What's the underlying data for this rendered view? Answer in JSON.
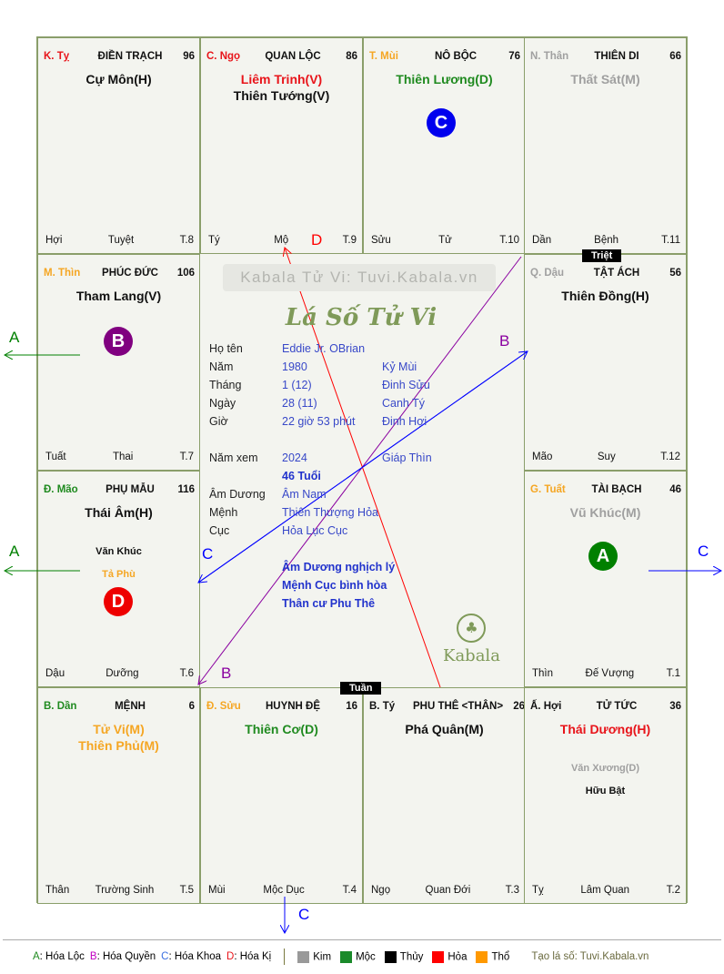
{
  "cells": [
    {
      "id": "ty",
      "can_chi": "K. Tỵ",
      "cc_color": "#e8141a",
      "palace": "ĐIỀN TRẠCH",
      "num": "96",
      "stars": [
        {
          "t": "Cự Môn(H)",
          "c": "#111"
        }
      ],
      "minor": [],
      "branch": "Hợi",
      "stage": "Tuyệt",
      "month": "T.8"
    },
    {
      "id": "ngo",
      "can_chi": "C. Ngọ",
      "cc_color": "#e8141a",
      "palace": "QUAN LỘC",
      "num": "86",
      "stars": [
        {
          "t": "Liêm Trinh(V)",
          "c": "#e8141a"
        },
        {
          "t": "Thiên Tướng(V)",
          "c": "#111"
        }
      ],
      "minor": [],
      "branch": "Tý",
      "stage": "Mộ",
      "month": "T.9"
    },
    {
      "id": "mui",
      "can_chi": "T. Mùi",
      "cc_color": "#f5a623",
      "palace": "NÔ BỘC",
      "num": "76",
      "stars": [
        {
          "t": "Thiên Lương(D)",
          "c": "#1f8a1f"
        }
      ],
      "minor": [],
      "branch": "Sửu",
      "stage": "Tử",
      "month": "T.10"
    },
    {
      "id": "than",
      "can_chi": "N. Thân",
      "cc_color": "#a0a0a0",
      "palace": "THIÊN DI",
      "num": "66",
      "stars": [
        {
          "t": "Thất Sát(M)",
          "c": "#a0a0a0"
        }
      ],
      "minor": [],
      "branch": "Dần",
      "stage": "Bệnh",
      "month": "T.11"
    },
    {
      "id": "thin",
      "can_chi": "M. Thìn",
      "cc_color": "#f5a623",
      "palace": "PHÚC ĐỨC",
      "num": "106",
      "stars": [
        {
          "t": "Tham Lang(V)",
          "c": "#111"
        }
      ],
      "minor": [],
      "branch": "Tuất",
      "stage": "Thai",
      "month": "T.7"
    },
    {
      "id": "dau",
      "can_chi": "Q. Dậu",
      "cc_color": "#a0a0a0",
      "palace": "TẬT ÁCH",
      "num": "56",
      "stars": [
        {
          "t": "Thiên Đồng(H)",
          "c": "#111"
        }
      ],
      "minor": [],
      "branch": "Mão",
      "stage": "Suy",
      "month": "T.12"
    },
    {
      "id": "mao",
      "can_chi": "Đ. Mão",
      "cc_color": "#1f8a1f",
      "palace": "PHỤ MẪU",
      "num": "116",
      "stars": [
        {
          "t": "Thái Âm(H)",
          "c": "#111"
        }
      ],
      "minor": [
        {
          "t": "Văn Khúc",
          "c": "#111"
        },
        {
          "t": "Tả Phù",
          "c": "#f5a623"
        }
      ],
      "branch": "Dậu",
      "stage": "Dưỡng",
      "month": "T.6"
    },
    {
      "id": "tuat",
      "can_chi": "G. Tuất",
      "cc_color": "#f5a623",
      "palace": "TÀI BẠCH",
      "num": "46",
      "stars": [
        {
          "t": "Vũ Khúc(M)",
          "c": "#a0a0a0"
        }
      ],
      "minor": [],
      "branch": "Thìn",
      "stage": "Đế Vượng",
      "month": "T.1"
    },
    {
      "id": "dan",
      "can_chi": "B. Dần",
      "cc_color": "#1f8a1f",
      "palace": "MỆNH",
      "num": "6",
      "stars": [
        {
          "t": "Tử Vi(M)",
          "c": "#f5a623"
        },
        {
          "t": "Thiên Phủ(M)",
          "c": "#f5a623"
        }
      ],
      "minor": [],
      "branch": "Thân",
      "stage": "Trường Sinh",
      "month": "T.5"
    },
    {
      "id": "suu",
      "can_chi": "Đ. Sửu",
      "cc_color": "#f5a623",
      "palace": "HUYNH ĐỆ",
      "num": "16",
      "stars": [
        {
          "t": "Thiên Cơ(D)",
          "c": "#1f8a1f"
        }
      ],
      "minor": [],
      "branch": "Mùi",
      "stage": "Mộc Dục",
      "month": "T.4"
    },
    {
      "id": "tys",
      "can_chi": "B. Tý",
      "cc_color": "#111",
      "palace": "PHU THÊ <THÂN>",
      "num": "26",
      "stars": [
        {
          "t": "Phá Quân(M)",
          "c": "#111"
        }
      ],
      "minor": [],
      "branch": "Ngọ",
      "stage": "Quan Đới",
      "month": "T.3"
    },
    {
      "id": "hoi",
      "can_chi": "Ấ. Hợi",
      "cc_color": "#111",
      "palace": "TỬ TỨC",
      "num": "36",
      "stars": [
        {
          "t": "Thái Dương(H)",
          "c": "#e8141a"
        }
      ],
      "minor": [
        {
          "t": "Văn Xương(D)",
          "c": "#a0a0a0"
        },
        {
          "t": "Hữu Bật",
          "c": "#111"
        }
      ],
      "branch": "Tỵ",
      "stage": "Lâm Quan",
      "month": "T.2"
    }
  ],
  "badges": {
    "A": "A",
    "B": "B",
    "C": "C",
    "D": "D"
  },
  "tags": {
    "triet": "Triệt",
    "tuan": "Tuần"
  },
  "center": {
    "watermark": "Kabala Tử Vi: Tuvi.Kabala.vn",
    "logo": "Lá Số Tử Vi",
    "rows": [
      {
        "k": "Họ tên",
        "v": "Eddie Jr. OBrian",
        "w": ""
      },
      {
        "k": "Năm",
        "v": "1980",
        "w": "Kỷ Mùi"
      },
      {
        "k": "Tháng",
        "v": "1  (12)",
        "w": "Đinh Sửu"
      },
      {
        "k": "Ngày",
        "v": "28  (11)",
        "w": "Canh Tý"
      },
      {
        "k": "Giờ",
        "v": "22 giờ 53 phút",
        "w": "Đinh Hợi"
      },
      {
        "k": "Năm xem",
        "v": "2024",
        "w": "Giáp Thìn"
      }
    ],
    "age": "46 Tuổi",
    "rows2": [
      {
        "k": "Âm Dương",
        "v": "Âm Nam"
      },
      {
        "k": "Mệnh",
        "v": "Thiên Thượng Hỏa"
      },
      {
        "k": "Cục",
        "v": "Hỏa Lục Cục"
      }
    ],
    "notes": [
      "Âm Dương nghịch lý",
      "Mệnh Cục bình hòa",
      "Thân cư Phu Thê"
    ],
    "brand": "Kabala"
  },
  "arrow_labels": {
    "a": "A",
    "b": "B",
    "c": "C",
    "d": "D"
  },
  "legend": {
    "hoa": [
      {
        "k": "A",
        "t": ": Hóa Lộc",
        "c": "#1f8a1f"
      },
      {
        "k": "B",
        "t": ": Hóa Quyền",
        "c": "#c000c0"
      },
      {
        "k": "C",
        "t": ": Hóa Khoa",
        "c": "#3a6fe0"
      },
      {
        "k": "D",
        "t": ": Hóa Kị",
        "c": "#e8141a"
      }
    ],
    "elements": [
      {
        "t": "Kim",
        "c": "#999999"
      },
      {
        "t": "Mộc",
        "c": "#1a8a2a"
      },
      {
        "t": "Thủy",
        "c": "#000000"
      },
      {
        "t": "Hỏa",
        "c": "#ff0000"
      },
      {
        "t": "Thổ",
        "c": "#ff9900"
      }
    ],
    "credit": "Tạo lá số: Tuvi.Kabala.vn"
  }
}
